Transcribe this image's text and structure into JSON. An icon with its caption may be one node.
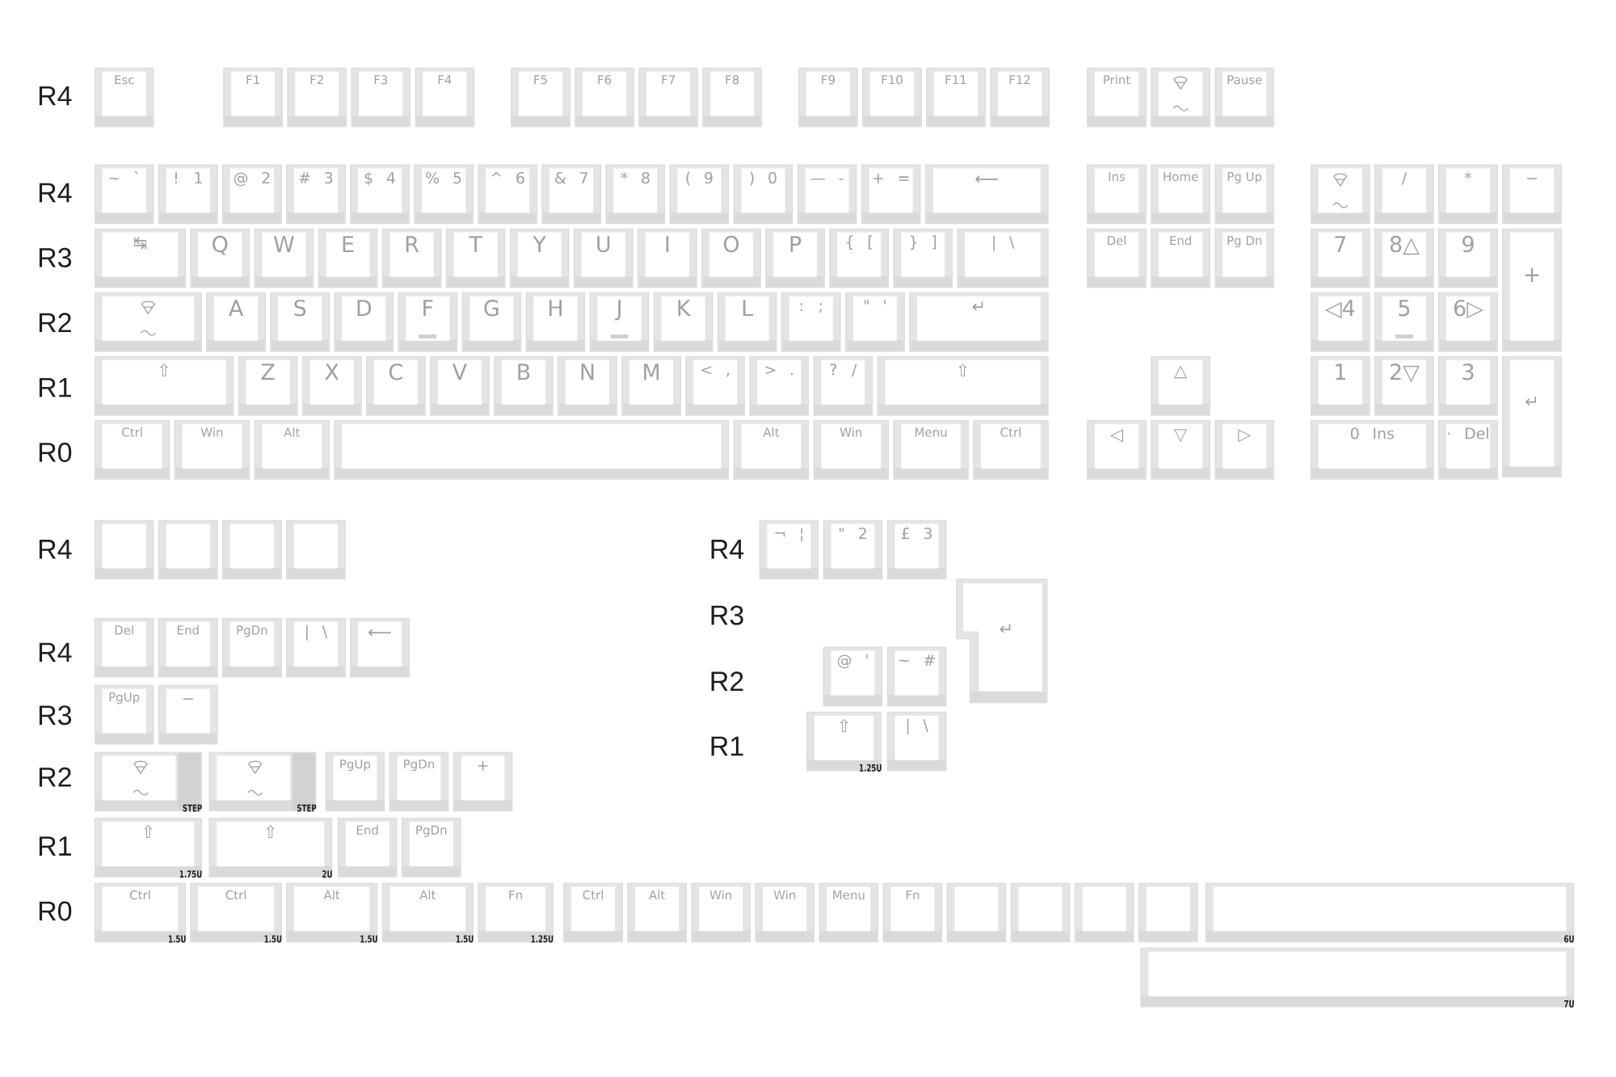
{
  "diagram": {
    "nodes": [
      {
        "text": [
          "Esc"
        ]
      },
      {
        "text": [
          "F1"
        ]
      },
      {
        "text": [
          "F2"
        ]
      },
      {
        "text": [
          "F3"
        ]
      },
      {
        "text": [
          "F4"
        ]
      },
      {
        "text": [
          "F5"
        ]
      },
      {
        "text": [
          "F6"
        ]
      },
      {
        "text": [
          "F7"
        ]
      },
      {
        "text": [
          "F8"
        ]
      },
      {
        "text": [
          "F9"
        ]
      },
      {
        "text": [
          "F10"
        ]
      },
      {
        "text": [
          "F11"
        ]
      },
      {
        "text": [
          "F12"
        ]
      },
      {
        "text": [
          "Print"
        ]
      },
      {
        "text": [],
        "shape": "box"
      },
      {
        "text": [
          "Pause"
        ]
      },
      {
        "text": [
          "~ `"
        ]
      },
      {
        "text": [
          "! 1"
        ]
      },
      {
        "text": [
          "@ 2"
        ]
      },
      {
        "text": [
          "# 3"
        ]
      },
      {
        "text": [
          "$ 4"
        ]
      },
      {
        "text": [
          "% 5"
        ]
      },
      {
        "text": [
          "^ 6"
        ]
      },
      {
        "text": [
          "& 7"
        ]
      },
      {
        "text": [
          "* 8"
        ]
      },
      {
        "text": [
          "( 9"
        ]
      },
      {
        "text": [
          ") 0"
        ]
      },
      {
        "text": [
          "— -"
        ]
      },
      {
        "text": [
          "+ ="
        ]
      },
      {
        "text": [
          "⟵"
        ]
      },
      {
        "text": [
          "Ins"
        ]
      },
      {
        "text": [
          "Home"
        ]
      },
      {
        "text": [
          "Pg Up"
        ]
      },
      {
        "text": [],
        "shape": "box"
      },
      {
        "text": [
          "/"
        ]
      },
      {
        "text": [
          "*"
        ]
      },
      {
        "text": [
          "−"
        ]
      },
      {
        "text": [
          "↹"
        ]
      },
      {
        "text": [
          "Q"
        ]
      },
      {
        "text": [
          "W"
        ]
      },
      {
        "text": [
          "E"
        ]
      },
      {
        "text": [
          "R"
        ]
      },
      {
        "text": [
          "T"
        ]
      },
      {
        "text": [
          "Y"
        ]
      },
      {
        "text": [
          "U"
        ]
      },
      {
        "text": [
          "I"
        ]
      },
      {
        "text": [
          "O"
        ]
      },
      {
        "text": [
          "P"
        ]
      },
      {
        "text": [
          "{ ["
        ]
      },
      {
        "text": [
          "} ]"
        ]
      },
      {
        "text": [
          "| \\"
        ]
      },
      {
        "text": [
          "Del"
        ]
      },
      {
        "text": [
          "End"
        ]
      },
      {
        "text": [
          "Pg Dn"
        ]
      },
      {
        "text": [
          "7"
        ]
      },
      {
        "text": [
          "8△"
        ]
      },
      {
        "text": [
          "9"
        ]
      },
      {
        "text": [
          "+"
        ]
      },
      {
        "text": [],
        "shape": "box"
      },
      {
        "text": [
          "A"
        ]
      },
      {
        "text": [
          "S"
        ]
      },
      {
        "text": [
          "D"
        ]
      },
      {
        "text": [
          "F"
        ]
      },
      {
        "text": [
          "G"
        ]
      },
      {
        "text": [
          "H"
        ]
      },
      {
        "text": [
          "J"
        ]
      },
      {
        "text": [
          "K"
        ]
      },
      {
        "text": [
          "L"
        ]
      },
      {
        "text": [
          ": ;"
        ]
      },
      {
        "text": [
          "\" '"
        ]
      },
      {
        "text": [
          "↵"
        ]
      },
      {
        "text": [
          "◁4"
        ]
      },
      {
        "text": [
          "5"
        ]
      },
      {
        "text": [
          "6▷"
        ]
      },
      {
        "text": [
          "⇧"
        ]
      },
      {
        "text": [
          "Z"
        ]
      },
      {
        "text": [
          "X"
        ]
      },
      {
        "text": [
          "C"
        ]
      },
      {
        "text": [
          "V"
        ]
      },
      {
        "text": [
          "B"
        ]
      },
      {
        "text": [
          "N"
        ]
      },
      {
        "text": [
          "M"
        ]
      },
      {
        "text": [
          "< ,"
        ]
      },
      {
        "text": [
          "> ."
        ]
      },
      {
        "text": [
          "? /"
        ]
      },
      {
        "text": [
          "⇧"
        ]
      },
      {
        "text": [
          "△"
        ]
      },
      {
        "text": [
          "1"
        ]
      },
      {
        "text": [
          "2▽"
        ]
      },
      {
        "text": [
          "3"
        ]
      },
      {
        "text": [
          "↵"
        ]
      },
      {
        "text": [
          "Ctrl"
        ]
      },
      {
        "text": [
          "Win"
        ]
      },
      {
        "text": [
          "Alt"
        ]
      },
      {
        "text": [],
        "shape": "box"
      },
      {
        "text": [
          "Alt"
        ]
      },
      {
        "text": [
          "Win"
        ]
      },
      {
        "text": [
          "Menu"
        ]
      },
      {
        "text": [
          "Ctrl"
        ]
      },
      {
        "text": [
          "◁"
        ]
      },
      {
        "text": [
          "▽"
        ]
      },
      {
        "text": [
          "▷"
        ]
      },
      {
        "text": [
          "0 Ins"
        ]
      },
      {
        "text": [
          "· Del"
        ]
      },
      {
        "text": [],
        "shape": "box"
      },
      {
        "text": [],
        "shape": "box"
      },
      {
        "text": [],
        "shape": "box"
      },
      {
        "text": [],
        "shape": "box"
      },
      {
        "text": [
          "Del"
        ]
      },
      {
        "text": [
          "End"
        ]
      },
      {
        "text": [
          "PgDn"
        ]
      },
      {
        "text": [
          "| \\"
        ]
      },
      {
        "text": [
          "⟵"
        ]
      },
      {
        "text": [
          "PgUp"
        ]
      },
      {
        "text": [
          "−"
        ]
      },
      {
        "text": [
          "STEP"
        ]
      },
      {
        "text": [
          "STEP"
        ]
      },
      {
        "text": [
          "PgUp"
        ]
      },
      {
        "text": [
          "PgDn"
        ]
      },
      {
        "text": [
          "+"
        ]
      },
      {
        "text": [
          "⇧",
          "1.75U"
        ]
      },
      {
        "text": [
          "⇧",
          "2U"
        ]
      },
      {
        "text": [
          "End"
        ]
      },
      {
        "text": [
          "PgDn"
        ]
      },
      {
        "text": [
          "Ctrl",
          "1.5U"
        ]
      },
      {
        "text": [
          "Ctrl",
          "1.5U"
        ]
      },
      {
        "text": [
          "Alt",
          "1.5U"
        ]
      },
      {
        "text": [
          "Alt",
          "1.5U"
        ]
      },
      {
        "text": [
          "Fn",
          "1.25U"
        ]
      },
      {
        "text": [
          "Ctrl"
        ]
      },
      {
        "text": [
          "Alt"
        ]
      },
      {
        "text": [
          "Win"
        ]
      },
      {
        "text": [
          "Win"
        ]
      },
      {
        "text": [
          "Menu"
        ]
      },
      {
        "text": [
          "Fn"
        ]
      },
      {
        "text": [],
        "shape": "box"
      },
      {
        "text": [],
        "shape": "box"
      },
      {
        "text": [],
        "shape": "box"
      },
      {
        "text": [],
        "shape": "box"
      },
      {
        "text": [
          "6U"
        ]
      },
      {
        "text": [
          "7U"
        ]
      },
      {
        "text": [
          "¬ ¦"
        ]
      },
      {
        "text": [
          "\" 2"
        ]
      },
      {
        "text": [
          "£ 3"
        ]
      },
      {
        "text": [
          "↵"
        ]
      },
      {
        "text": [
          "@ '"
        ]
      },
      {
        "text": [
          "~ #"
        ]
      },
      {
        "text": [
          "⇧",
          "1.25U"
        ]
      },
      {
        "text": [
          "| \\"
        ]
      }
    ],
    "labels": [
      "R4",
      "R4",
      "R3",
      "R2",
      "R1",
      "R0",
      "R4",
      "R4",
      "R3",
      "R2",
      "R1",
      "R0",
      "R4",
      "R3",
      "R2",
      "R1"
    ]
  }
}
